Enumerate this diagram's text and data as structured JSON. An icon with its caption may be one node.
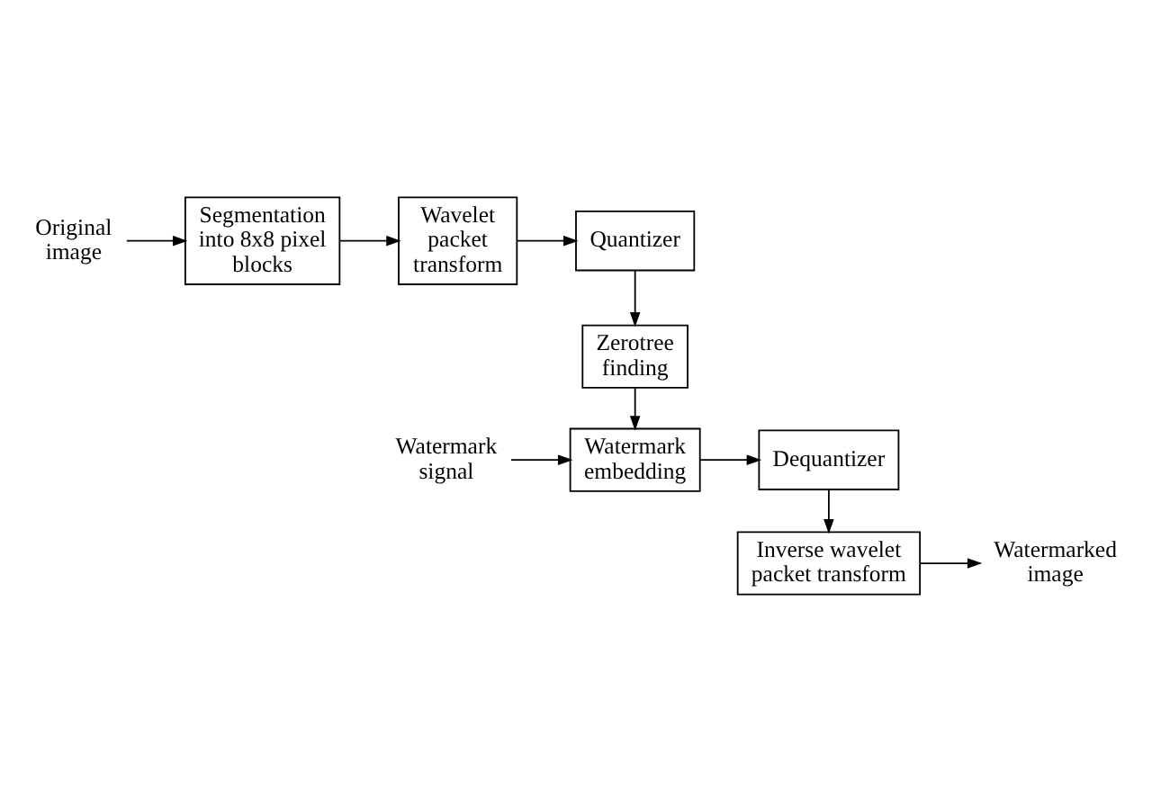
{
  "diagram": {
    "nodes": [
      {
        "text": [
          "Original image"
        ]
      },
      {
        "text": [
          "Segmentation into 8x8 pixel blocks"
        ]
      },
      {
        "text": [
          "Wavelet packet transform"
        ]
      },
      {
        "text": [
          "Quantizer"
        ]
      },
      {
        "text": [
          "Zerotree finding"
        ]
      },
      {
        "text": [
          "Watermark signal"
        ]
      },
      {
        "text": [
          "Watermark embedding"
        ]
      },
      {
        "text": [
          "Dequantizer"
        ]
      },
      {
        "text": [
          "Inverse wavelet packet transform"
        ]
      },
      {
        "text": [
          "Watermarked image"
        ]
      }
    ],
    "edges": [
      {
        "from": 0,
        "to": 1,
        "arrow": "to"
      },
      {
        "from": 1,
        "to": 2,
        "arrow": "to"
      },
      {
        "from": 2,
        "to": 3,
        "arrow": "to"
      },
      {
        "from": 3,
        "to": 4,
        "arrow": "to"
      },
      {
        "from": 4,
        "to": 6,
        "arrow": "to"
      },
      {
        "from": 5,
        "to": 6,
        "arrow": "to"
      },
      {
        "from": 6,
        "to": 7,
        "arrow": "to"
      },
      {
        "from": 7,
        "to": 8,
        "arrow": "to"
      },
      {
        "from": 8,
        "to": 9,
        "arrow": "to"
      }
    ]
  }
}
